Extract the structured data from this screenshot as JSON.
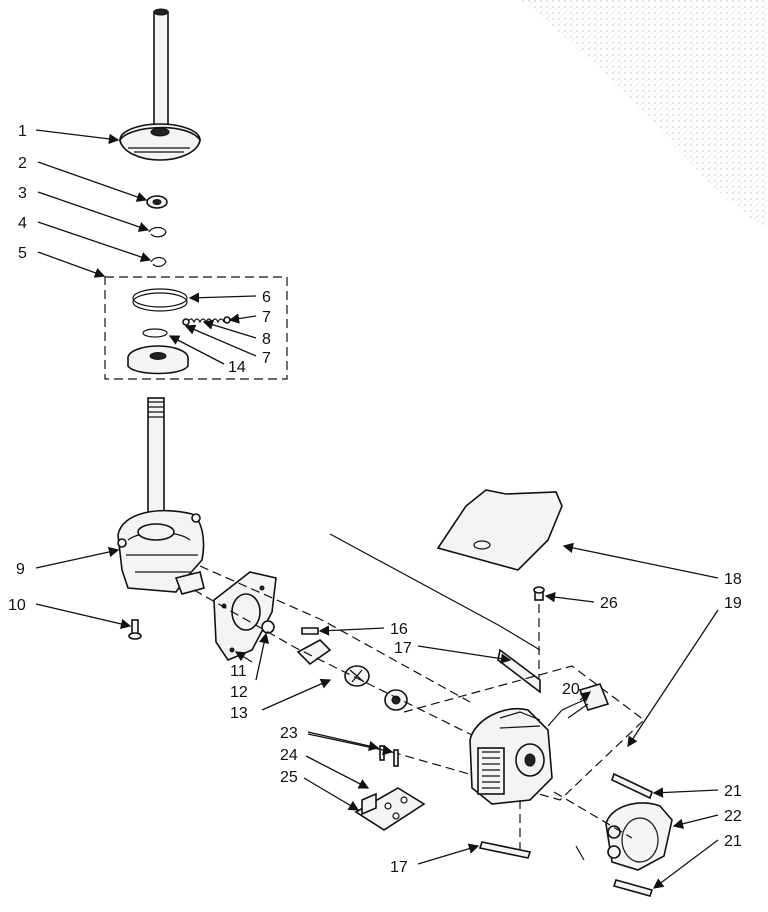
{
  "callouts": [
    {
      "id": "c1",
      "text": "1"
    },
    {
      "id": "c2",
      "text": "2"
    },
    {
      "id": "c3",
      "text": "3"
    },
    {
      "id": "c4",
      "text": "4"
    },
    {
      "id": "c5",
      "text": "5"
    },
    {
      "id": "c6",
      "text": "6"
    },
    {
      "id": "c7a",
      "text": "7"
    },
    {
      "id": "c8",
      "text": "8"
    },
    {
      "id": "c7b",
      "text": "7"
    },
    {
      "id": "c14",
      "text": "14"
    },
    {
      "id": "c9",
      "text": "9"
    },
    {
      "id": "c10",
      "text": "10"
    },
    {
      "id": "c11",
      "text": "11"
    },
    {
      "id": "c12",
      "text": "12"
    },
    {
      "id": "c13",
      "text": "13"
    },
    {
      "id": "c16",
      "text": "16"
    },
    {
      "id": "c17a",
      "text": "17"
    },
    {
      "id": "c18",
      "text": "18"
    },
    {
      "id": "c19",
      "text": "19"
    },
    {
      "id": "c26",
      "text": "26"
    },
    {
      "id": "c20",
      "text": "20"
    },
    {
      "id": "c21a",
      "text": "21"
    },
    {
      "id": "c22",
      "text": "22"
    },
    {
      "id": "c21b",
      "text": "21"
    },
    {
      "id": "c23",
      "text": "23"
    },
    {
      "id": "c24",
      "text": "24"
    },
    {
      "id": "c25",
      "text": "25"
    },
    {
      "id": "c17b",
      "text": "17"
    }
  ]
}
